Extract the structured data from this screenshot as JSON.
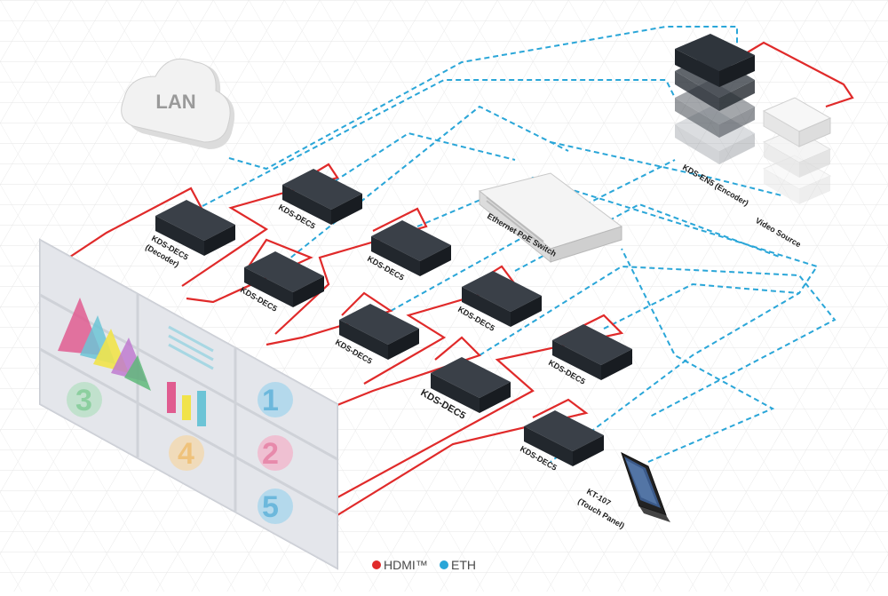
{
  "cloud": {
    "label": "LAN"
  },
  "devices": {
    "switch_label": "Ethernet PoE Switch",
    "encoder_label": "KDS-EN5 (Encoder)",
    "source_label": "Video Source",
    "decoder_first_line1": "KDS-DEC5",
    "decoder_first_line2": "(Decoder)",
    "decoder_label": "KDS-DEC5",
    "panel_line1": "KT-107",
    "panel_line2": "(Touch Panel)"
  },
  "legend": {
    "hdmi": {
      "label": "HDMI™",
      "color": "#e02a2a"
    },
    "eth": {
      "label": "ETH",
      "color": "#2aa6d8"
    }
  },
  "video_wall": {
    "tile_numbers": [
      "3",
      "4",
      "1",
      "2",
      "5"
    ]
  }
}
